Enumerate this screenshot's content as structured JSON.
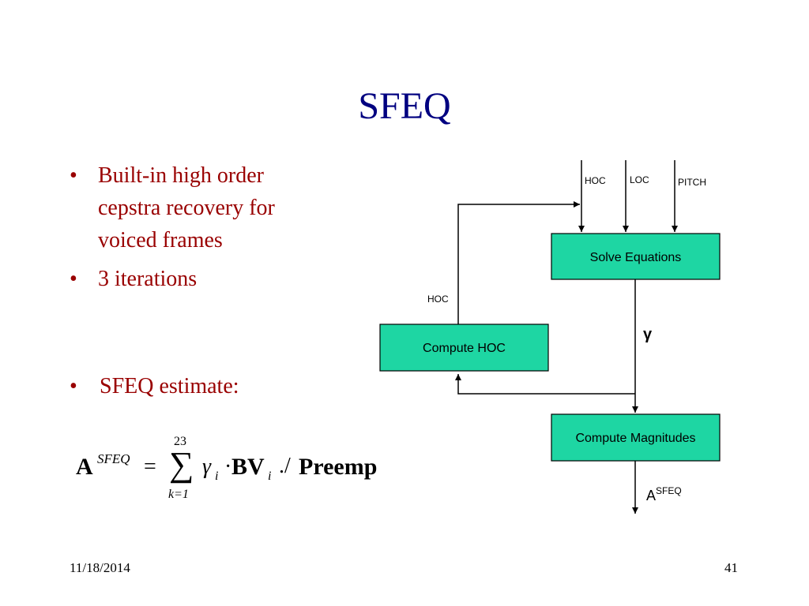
{
  "slide": {
    "title": "SFEQ",
    "bullets": [
      {
        "lines": [
          "Built-in high order",
          "cepstra recovery for",
          "voiced frames"
        ]
      },
      {
        "lines": [
          "3 iterations"
        ]
      },
      {
        "lines": [
          "SFEQ estimate:"
        ]
      }
    ],
    "bullet_symbol": "•",
    "formula": {
      "lhs": "A",
      "lhs_superscript": "SFEQ",
      "equals": "=",
      "sum_upper": "23",
      "sum_symbol": "∑",
      "sum_lower": "k=1",
      "gamma": "γ",
      "gamma_sub": "i",
      "dot": "·",
      "bv": "BV",
      "bv_sub": "i",
      "div": "./",
      "preemp": "Preemp"
    },
    "footer": {
      "date": "11/18/2014",
      "page": "41"
    }
  },
  "diagram": {
    "colors": {
      "box_fill": "#1ed6a3",
      "box_stroke": "#000000",
      "line": "#000000"
    },
    "inputs": {
      "hoc": "HOC",
      "loc": "LOC",
      "pitch": "PITCH"
    },
    "boxes": {
      "solve": "Solve Equations",
      "compute_hoc": "Compute HOC",
      "compute_mag": "Compute Magnitudes"
    },
    "labels": {
      "hoc_feedback": "HOC",
      "gamma": "γ",
      "output": "A",
      "output_sup": "SFEQ"
    }
  }
}
